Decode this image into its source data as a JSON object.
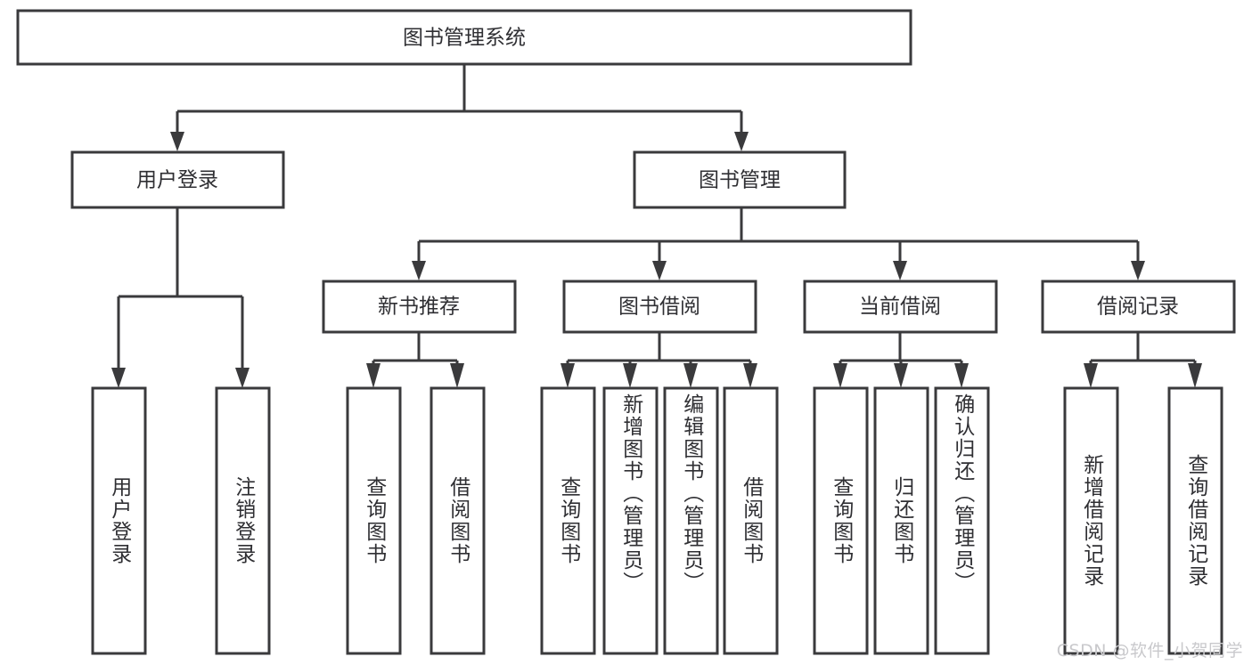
{
  "diagram": {
    "type": "tree",
    "title": "图书管理系统",
    "orientation": "top-down",
    "colors": {
      "stroke": "#3a3a3c",
      "box_fill": "#ffffff",
      "text": "#2f2f33",
      "background": "#ffffff",
      "watermark": "#c9c9cc"
    }
  },
  "root": {
    "label": "图书管理系统"
  },
  "level2": [
    {
      "id": "user-login",
      "label": "用户登录"
    },
    {
      "id": "book-manage",
      "label": "图书管理"
    }
  ],
  "level3": [
    {
      "id": "new-book-recommend",
      "label": "新书推荐"
    },
    {
      "id": "book-borrow",
      "label": "图书借阅"
    },
    {
      "id": "current-borrow",
      "label": "当前借阅"
    },
    {
      "id": "borrow-record",
      "label": "借阅记录"
    }
  ],
  "leaves": {
    "user_login": [
      {
        "id": "leaf-user-login",
        "label": "用户登录"
      },
      {
        "id": "leaf-logout",
        "label": "注销登录"
      }
    ],
    "new_book_recommend": [
      {
        "id": "leaf-query-book-1",
        "label": "查询图书"
      },
      {
        "id": "leaf-borrow-book-1",
        "label": "借阅图书"
      }
    ],
    "book_borrow": [
      {
        "id": "leaf-query-book-2",
        "label": "查询图书"
      },
      {
        "id": "leaf-add-book",
        "label": "新增图书（管理员）"
      },
      {
        "id": "leaf-edit-book",
        "label": "编辑图书（管理员）"
      },
      {
        "id": "leaf-borrow-book-2",
        "label": "借阅图书"
      }
    ],
    "current_borrow": [
      {
        "id": "leaf-query-book-3",
        "label": "查询图书"
      },
      {
        "id": "leaf-return-book",
        "label": "归还图书"
      },
      {
        "id": "leaf-confirm-return",
        "label": "确认归还（管理员）"
      }
    ],
    "borrow_record": [
      {
        "id": "leaf-add-record",
        "label": "新增借阅记录"
      },
      {
        "id": "leaf-query-record",
        "label": "查询借阅记录"
      }
    ]
  },
  "watermark": {
    "text": "CSDN @软件_小贺同学"
  }
}
